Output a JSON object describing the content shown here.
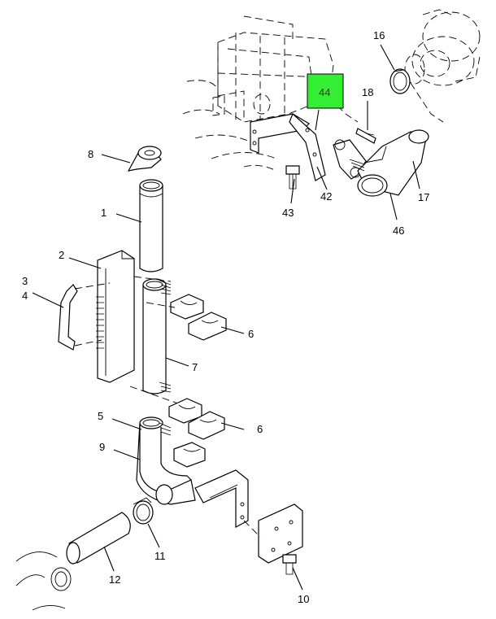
{
  "callouts": [
    {
      "id": "c1",
      "label": "1"
    },
    {
      "id": "c2",
      "label": "2"
    },
    {
      "id": "c3",
      "label": "3"
    },
    {
      "id": "c4",
      "label": "4"
    },
    {
      "id": "c5",
      "label": "5"
    },
    {
      "id": "c6a",
      "label": "6"
    },
    {
      "id": "c6b",
      "label": "6"
    },
    {
      "id": "c7",
      "label": "7"
    },
    {
      "id": "c8",
      "label": "8"
    },
    {
      "id": "c9",
      "label": "9"
    },
    {
      "id": "c10",
      "label": "10"
    },
    {
      "id": "c11",
      "label": "11"
    },
    {
      "id": "c12",
      "label": "12"
    },
    {
      "id": "c16",
      "label": "16"
    },
    {
      "id": "c17",
      "label": "17"
    },
    {
      "id": "c18",
      "label": "18"
    },
    {
      "id": "c42",
      "label": "42"
    },
    {
      "id": "c43",
      "label": "43"
    },
    {
      "id": "c44",
      "label": "44"
    },
    {
      "id": "c46",
      "label": "46"
    }
  ],
  "highlight_color": "#33ee33"
}
